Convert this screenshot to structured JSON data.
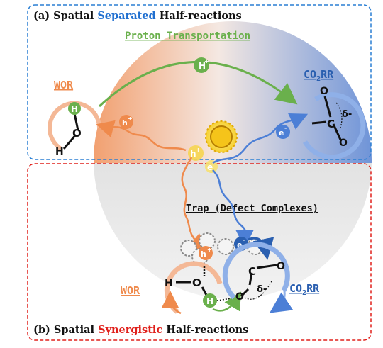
{
  "panel_a": {
    "prefix": "(a) Spatial ",
    "highlight": "Separated",
    "suffix": " Half-reactions",
    "highlight_color": "#1f6fd0"
  },
  "panel_b": {
    "prefix": "(b) Spatial ",
    "highlight": "Synergistic",
    "suffix": " Half-reactions",
    "highlight_color": "#e0201b"
  },
  "labels": {
    "proton_transport": "Proton Transportation",
    "wor": "WOR",
    "co2rr_co": "CO",
    "co2rr_sub": "2",
    "co2rr_rr": "RR",
    "trap": "Trap (Defect Complexes)"
  },
  "species": {
    "h_plus": "H",
    "plus_sign": "+",
    "hole": "h",
    "electron": "e",
    "minus_sign": "-",
    "hydrogen": "H",
    "oxygen": "O",
    "carbon": "C",
    "delta_minus": "δ-"
  },
  "colors": {
    "orange": "#ef8a4c",
    "blue": "#4c7fd6",
    "green": "#6ab04c",
    "red_dashed": "#e0201b",
    "blue_dashed": "#2a7fd4"
  }
}
